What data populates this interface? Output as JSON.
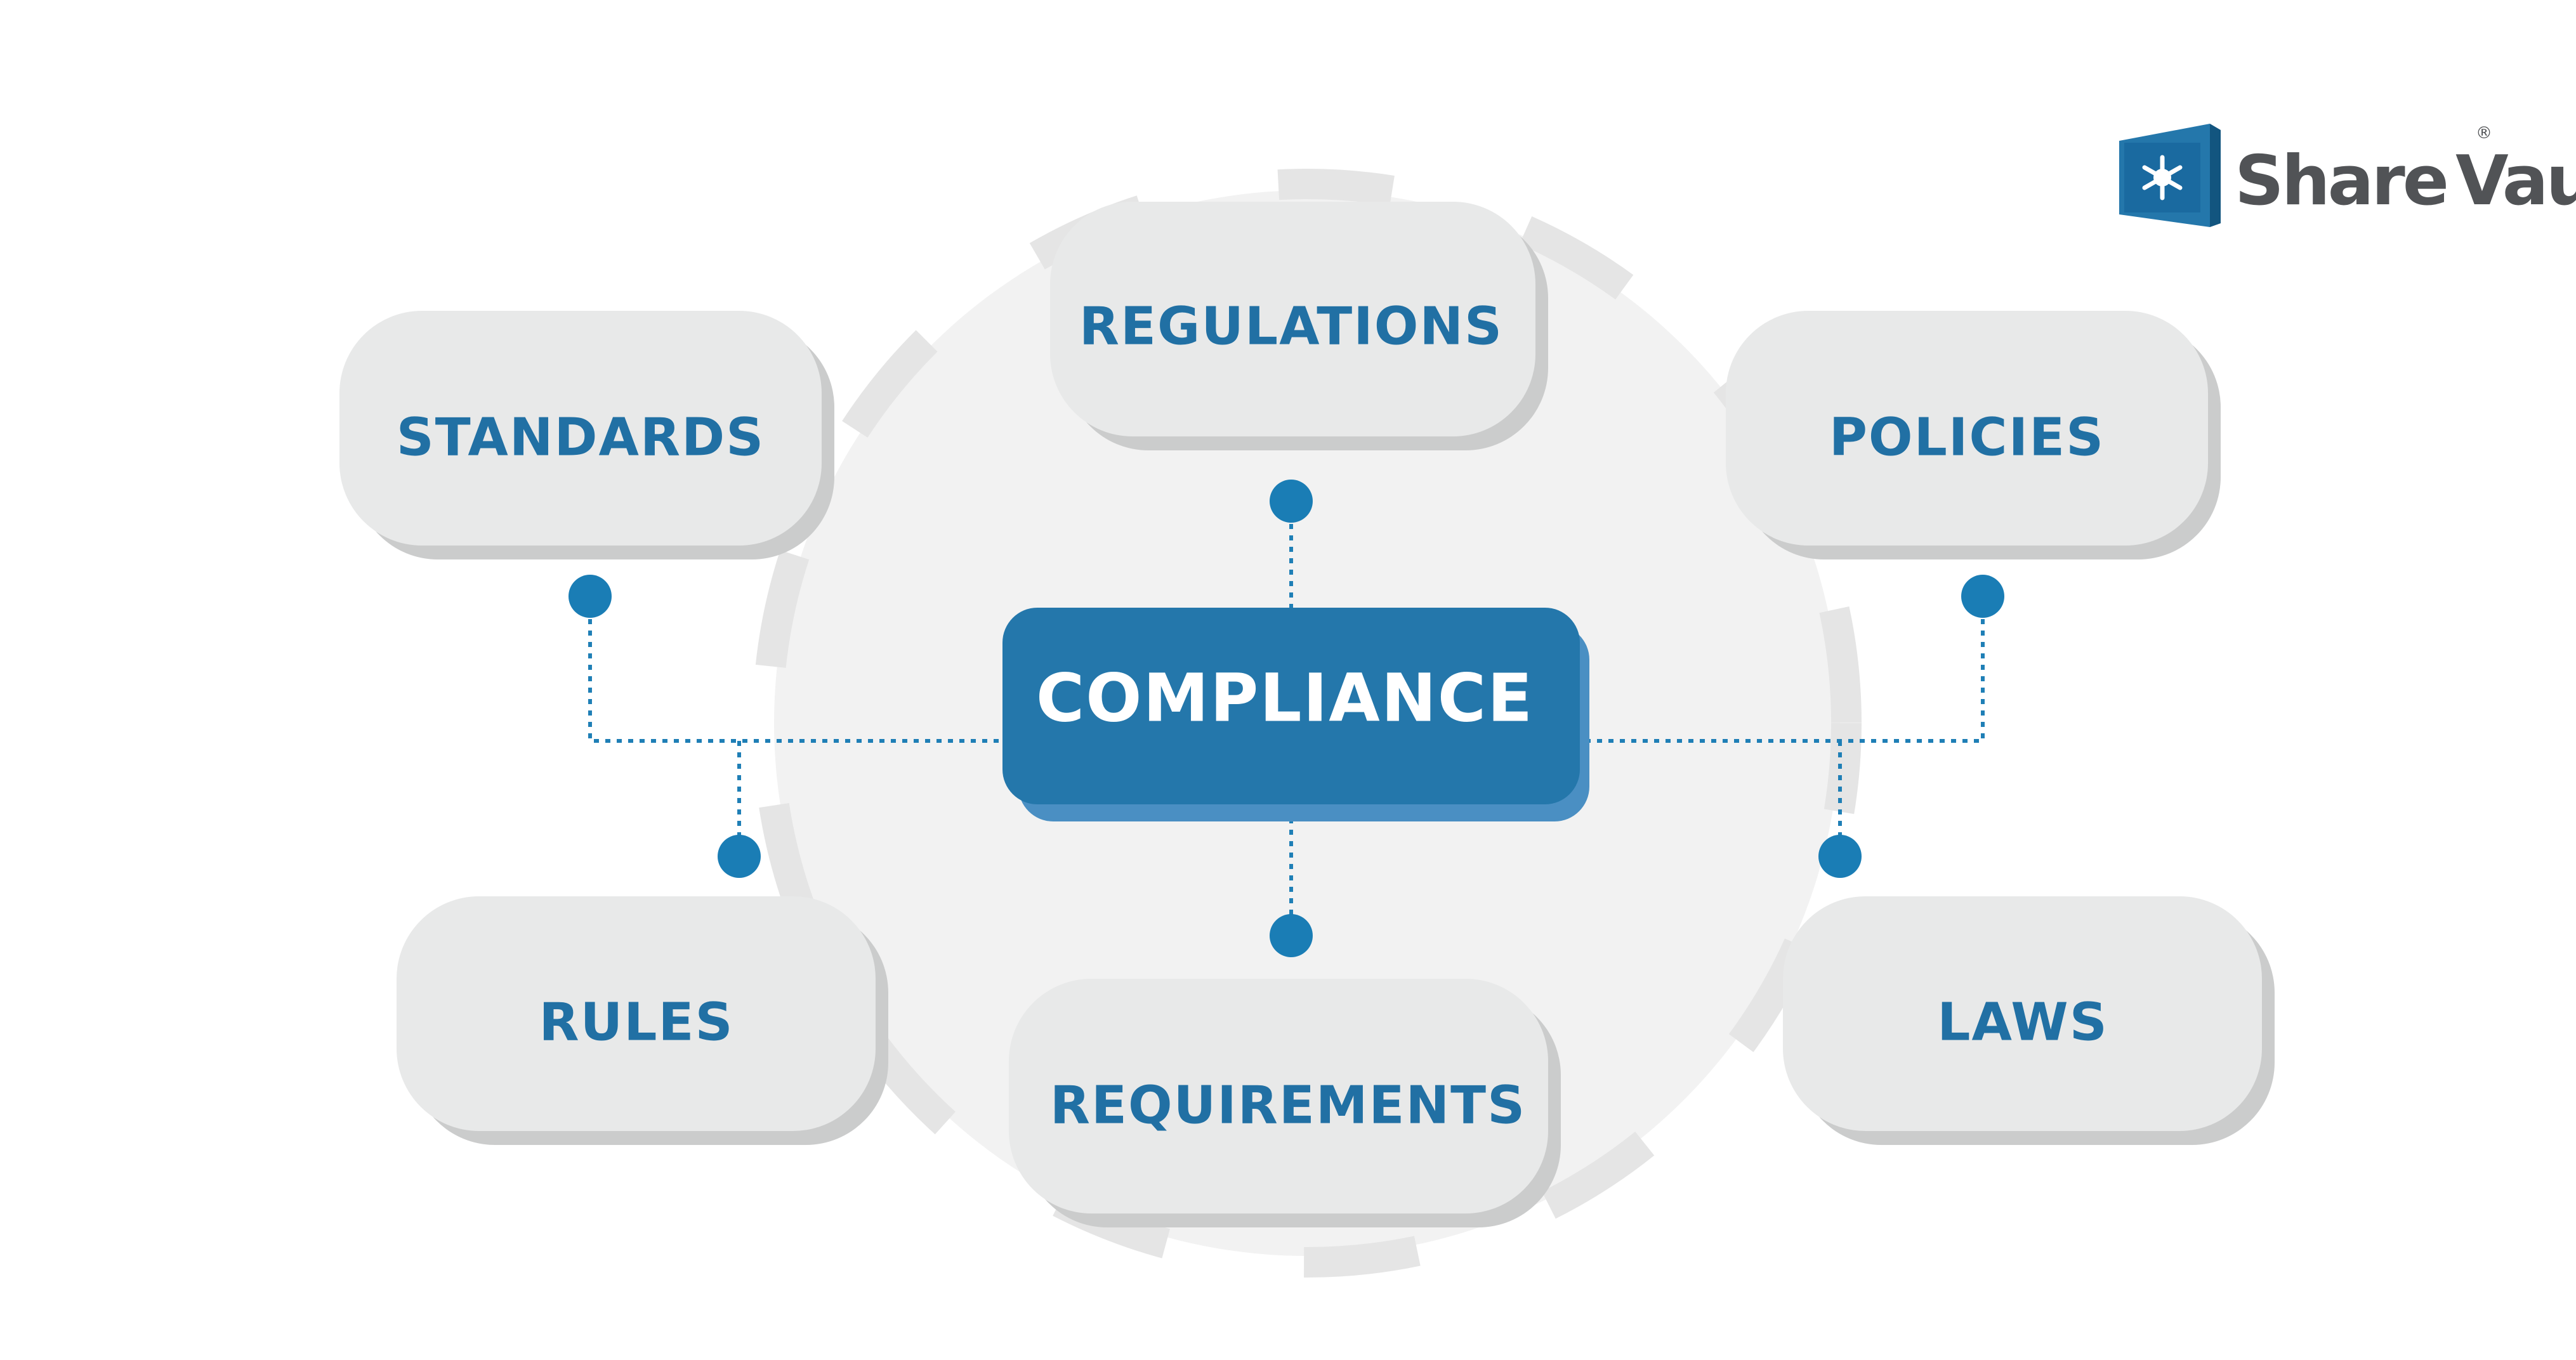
{
  "colors": {
    "primary_blue": "#2477ab",
    "text_blue": "#2170a4",
    "node_fill": "#e8e9e9",
    "node_shadow": "#cbcccc",
    "ring_fill": "#f2f2f2",
    "ring_dash": "#e5e5e5",
    "connector_blue": "#1f7fb6",
    "logo_text": "#515356"
  },
  "center": {
    "label": "COMPLIANCE"
  },
  "nodes": {
    "regulations": {
      "label": "REGULATIONS"
    },
    "standards": {
      "label": "STANDARDS"
    },
    "policies": {
      "label": "POLICIES"
    },
    "rules": {
      "label": "RULES"
    },
    "laws": {
      "label": "LAWS"
    },
    "requirements": {
      "label": "REQUIREMENTS"
    }
  },
  "logo": {
    "word1": "Share",
    "word2": "Vault",
    "registered": "®",
    "icon": "snowflake-vault-icon"
  }
}
